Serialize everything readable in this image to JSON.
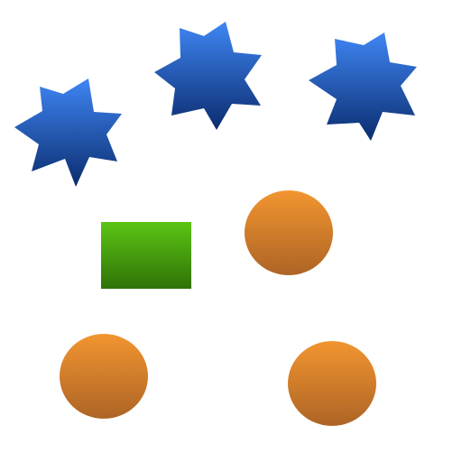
{
  "shapes": [
    {
      "kind": "star",
      "points": 7,
      "gradient": "blue"
    },
    {
      "kind": "star",
      "points": 7,
      "gradient": "blue"
    },
    {
      "kind": "star",
      "points": 7,
      "gradient": "blue"
    },
    {
      "kind": "rectangle",
      "gradient": "green"
    },
    {
      "kind": "circle",
      "gradient": "orange"
    },
    {
      "kind": "circle",
      "gradient": "orange"
    },
    {
      "kind": "circle",
      "gradient": "orange"
    }
  ],
  "colors": {
    "blue_top": "#3f86f4",
    "blue_bottom": "#0b2c6e",
    "green_top": "#5cc515",
    "green_bottom": "#2f7207",
    "orange_top": "#f29530",
    "orange_bottom": "#ad6425",
    "background": "#ffffff"
  }
}
